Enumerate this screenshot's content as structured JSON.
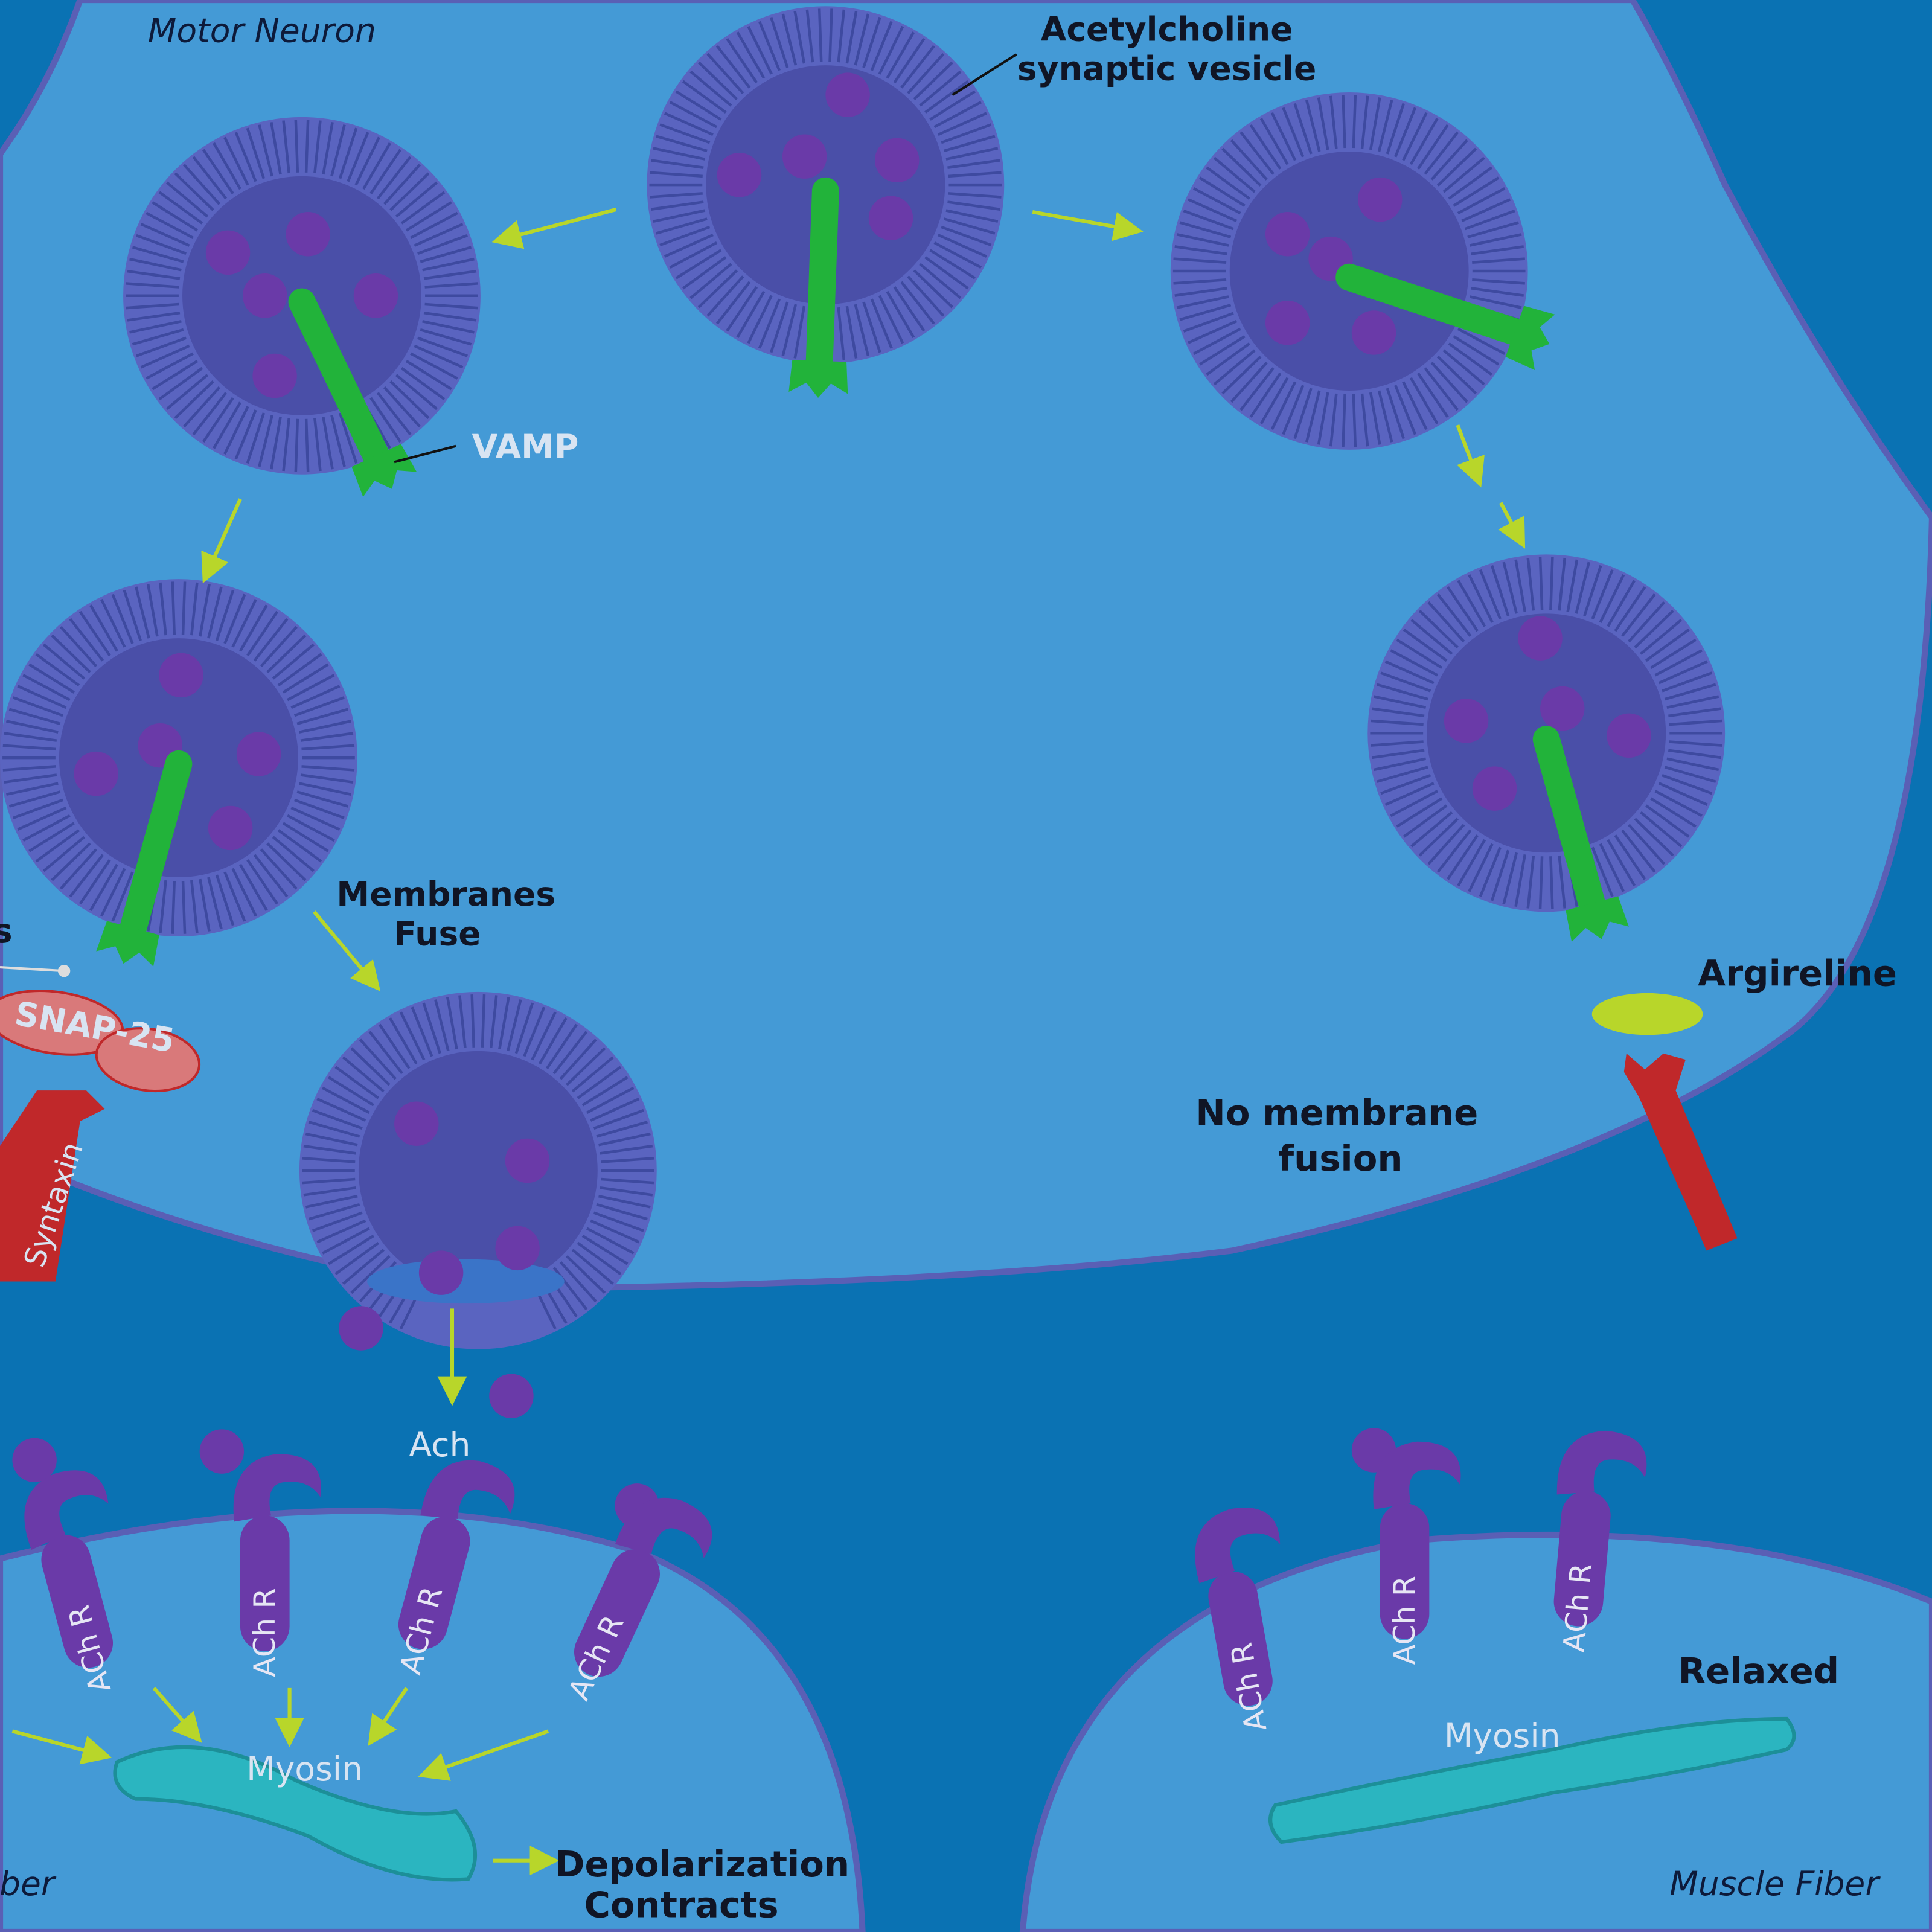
{
  "labels": {
    "motor_neuron": "Motor Neuron",
    "ach_vesicle_line1": "Acetylcholine",
    "ach_vesicle_line2": "synaptic vesicle",
    "vamp": "VAMP",
    "membranes_fuse_line1": "Membranes",
    "membranes_fuse_line2": "Fuse",
    "snap25": "SNAP-25",
    "syntaxin": "Syntaxin",
    "left_partial": "s",
    "argireline": "Argireline",
    "no_fusion_line1": "No membrane",
    "no_fusion_line2": "fusion",
    "ach": "Ach",
    "receptor": "ACh R",
    "myosin": "Myosin",
    "depolarization_line1": "Depolarization",
    "depolarization_line2": "Contracts",
    "relaxed": "Relaxed",
    "muscle_fiber_left": "iber",
    "muscle_fiber_right": "Muscle Fiber"
  },
  "colors": {
    "cleft": "#0a72b3",
    "cytoplasm": "#449ad6",
    "membrane": "#5a5fb5",
    "vesicle": "#4a4fa8",
    "ach_dot": "#6a3aa8",
    "vamp": "#22b33a",
    "syntaxin": "#c0282a",
    "snap25": "#d9797a",
    "argireline": "#b8d62a",
    "receptor": "#6a3aa8",
    "myosin": "#2bb5c0",
    "arrow": "#b8d62a"
  }
}
